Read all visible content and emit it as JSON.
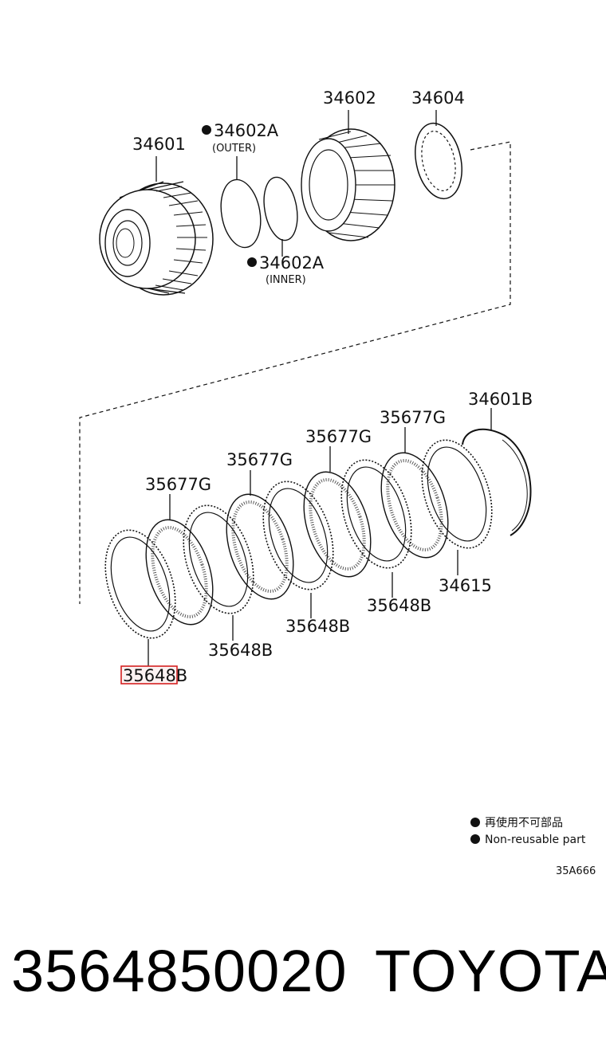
{
  "diagram": {
    "labels": {
      "p34601": "34601",
      "p34602": "34602",
      "p34604": "34604",
      "p34602A_outer": "34602A",
      "outer_note": "(OUTER)",
      "p34602A_inner": "34602A",
      "inner_note": "(INNER)",
      "p34601B": "34601B",
      "p35677G_1": "35677G",
      "p35677G_2": "35677G",
      "p35677G_3": "35677G",
      "p35677G_4": "35677G",
      "p34615": "34615",
      "p35648B_1": "35648B",
      "p35648B_2": "35648B",
      "p35648B_3": "35648B",
      "p35648B_highlight": "35648B"
    },
    "legend": {
      "line1": "再使用不可部品",
      "line2": "Non-reusable part"
    },
    "figure_code": "35A666",
    "highlight_color": "#d42020"
  },
  "footer": {
    "part_number": "3564850020",
    "brand": "TOYOTA"
  }
}
